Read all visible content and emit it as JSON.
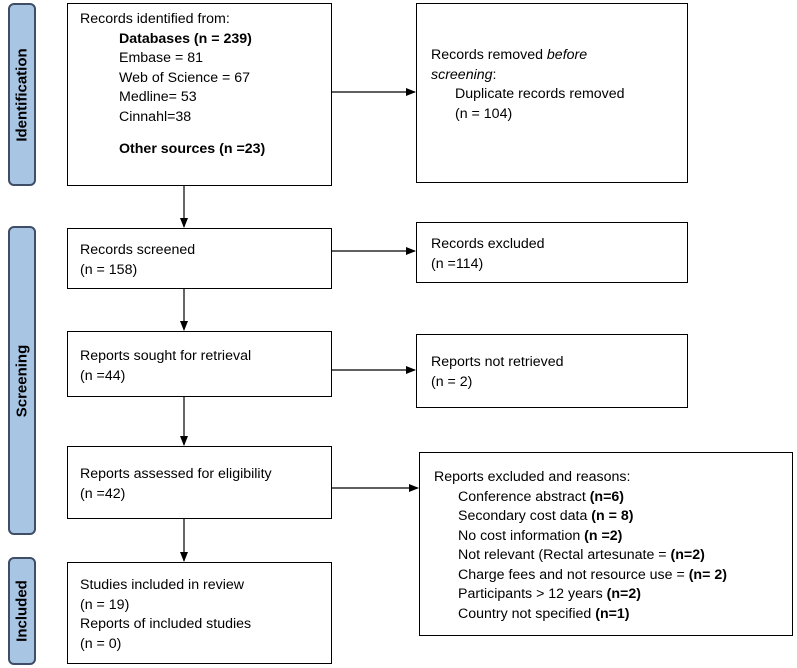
{
  "stages": {
    "identification": "Identification",
    "screening": "Screening",
    "included": "Included"
  },
  "identified": {
    "heading": "Records identified from:",
    "databases": "Databases (n = 239)",
    "embase": "Embase = 81",
    "wos": "Web of Science = 67",
    "medline": "Medline= 53",
    "cinnahl": "Cinnahl=38",
    "other": "Other sources (n =23)"
  },
  "removed": {
    "line1": "Records removed ",
    "line1_em": "before",
    "line2_em": "screening",
    "line2": ":",
    "duplicates": "Duplicate records removed",
    "count": "(n = 104)"
  },
  "screened": {
    "title": "Records screened",
    "count": "(n = 158)"
  },
  "excluded": {
    "title": "Records excluded",
    "count": "(n =114)"
  },
  "sought": {
    "title": "Reports sought for retrieval",
    "count": "(n =44)"
  },
  "not_retrieved": {
    "title": "Reports not retrieved",
    "count": "(n = 2)"
  },
  "assessed": {
    "title": "Reports assessed for eligibility",
    "count": "(n =42)"
  },
  "excluded_reasons": {
    "heading": "Reports excluded and reasons:",
    "items": [
      {
        "text": "Conference abstract ",
        "n": "(n=6)"
      },
      {
        "text": "Secondary cost data ",
        "n": "(n = 8)"
      },
      {
        "text": "No cost information ",
        "n": "(n =2)"
      },
      {
        "text": "Not relevant (Rectal artesunate = ",
        "n": "(n=2)"
      },
      {
        "text": "Charge fees and not resource use = ",
        "n": "(n= 2)"
      },
      {
        "text": "Participants > 12 years ",
        "n": "(n=2)"
      },
      {
        "text": "Country not specified ",
        "n": "(n=1)"
      }
    ]
  },
  "included": {
    "studies": "Studies included in review",
    "studies_count": "(n = 19)",
    "reports": "Reports of included studies",
    "reports_count": "(n = 0)"
  }
}
